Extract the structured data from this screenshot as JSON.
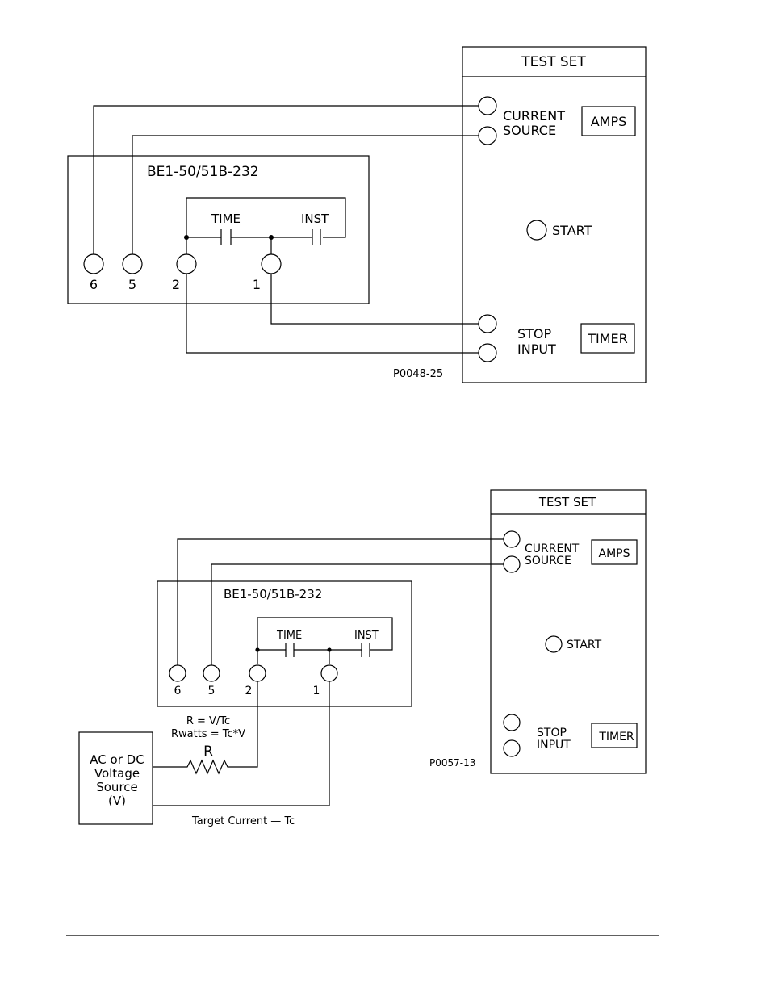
{
  "figure1": {
    "test_set_title": "TEST SET",
    "current_source_line1": "CURRENT",
    "current_source_line2": "SOURCE",
    "amps_label": "AMPS",
    "start_label": "START",
    "stop_input_line1": "STOP",
    "stop_input_line2": "INPUT",
    "timer_label": "TIMER",
    "relay_title": "BE1-50/51B-232",
    "time_contact_label": "TIME",
    "inst_contact_label": "INST",
    "terminals": [
      "6",
      "5",
      "2",
      "1"
    ],
    "figure_id": "P0048-25"
  },
  "figure2": {
    "test_set_title": "TEST SET",
    "current_source_line1": "CURRENT",
    "current_source_line2": "SOURCE",
    "amps_label": "AMPS",
    "start_label": "START",
    "stop_input_line1": "STOP",
    "stop_input_line2": "INPUT",
    "timer_label": "TIMER",
    "relay_title": "BE1-50/51B-232",
    "time_contact_label": "TIME",
    "inst_contact_label": "INST",
    "terminals": [
      "6",
      "5",
      "2",
      "1"
    ],
    "formula_r": "R = V/Tc",
    "formula_rwatts": "Rwatts = Tc*V",
    "resistor_label": "R",
    "voltage_source_lines": [
      "AC or DC",
      "Voltage",
      "Source",
      "(V)"
    ],
    "target_current_label": "Target Current — Tc",
    "figure_id": "P0057-13"
  }
}
